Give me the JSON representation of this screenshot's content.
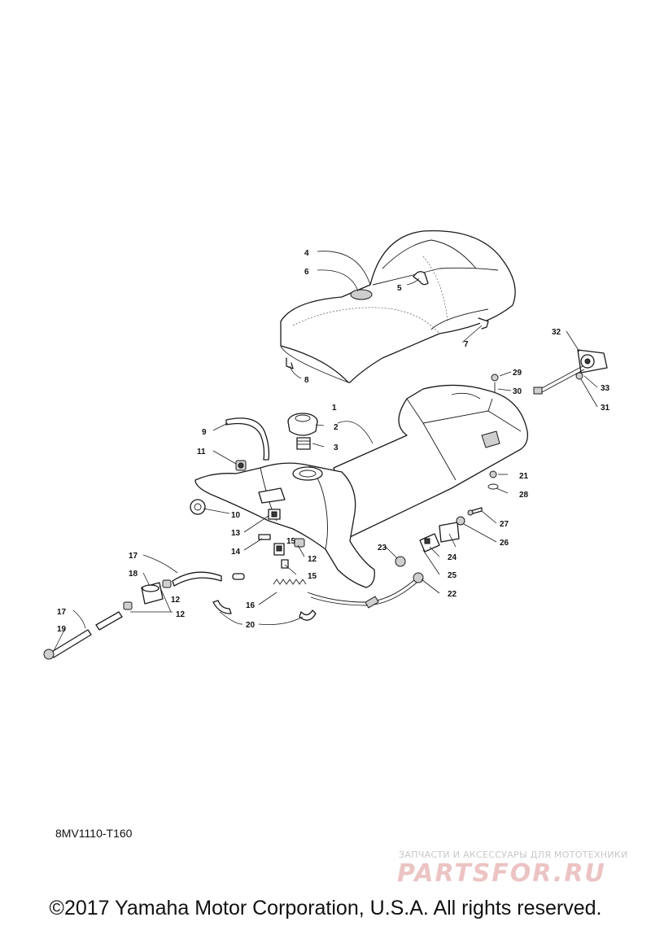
{
  "diagram": {
    "code": "8MV1110-T160",
    "callouts": [
      "1",
      "2",
      "3",
      "4",
      "5",
      "6",
      "7",
      "8",
      "9",
      "10",
      "11",
      "12",
      "12",
      "12",
      "13",
      "14",
      "15",
      "15",
      "16",
      "17",
      "17",
      "18",
      "19",
      "20",
      "21",
      "22",
      "23",
      "24",
      "25",
      "26",
      "27",
      "28",
      "29",
      "30",
      "31",
      "32",
      "33"
    ]
  },
  "watermark": {
    "tagline": "ЗАПЧАСТИ И АКСЕССУАРЫ ДЛЯ МОТОТЕХНИКИ",
    "brand": "PARTSFOR.RU"
  },
  "footer": {
    "copyright": "©2017 Yamaha Motor Corporation, U.S.A. All rights reserved."
  },
  "colors": {
    "line": "#1a1a1a",
    "watermark_brand": "#ecc4c4",
    "watermark_text": "#c8c8c8"
  }
}
